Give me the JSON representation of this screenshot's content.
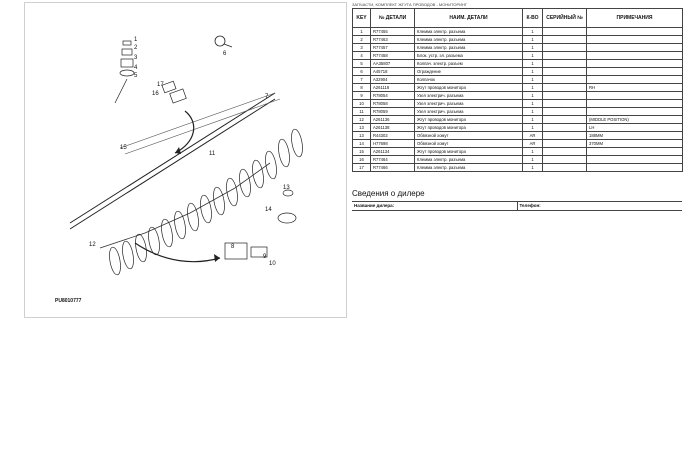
{
  "header": {
    "caption": "ЗАПЧАСТИ, КОМПЛЕКТ ЖГУТА ПРОВОДОВ - МОНИТОРИНГ"
  },
  "diagram": {
    "id": "PU8010777",
    "callouts": [
      "1",
      "2",
      "3",
      "4",
      "5",
      "6",
      "7",
      "8",
      "9",
      "10",
      "11",
      "12",
      "13",
      "14",
      "15",
      "16",
      "17"
    ]
  },
  "table": {
    "headers": [
      "KEY",
      "№ ДЕТАЛИ",
      "НАИМ. ДЕТАЛИ",
      "К-ВО",
      "СЕРИЙНЫЙ №",
      "ПРИМЕЧАНИЯ"
    ],
    "rows": [
      [
        "1",
        "R77455",
        "Клемма электр. разъема",
        "1",
        "",
        ""
      ],
      [
        "2",
        "R77463",
        "Клемма электр. разъема",
        "1",
        "",
        ""
      ],
      [
        "3",
        "R77457",
        "Клемма электр. разъема",
        "1",
        "",
        ""
      ],
      [
        "4",
        "R77458",
        "Блок. устр. эл. разъема",
        "1",
        "",
        ""
      ],
      [
        "5",
        "AA35807",
        "Колпач. электр. разъем",
        "1",
        "",
        ""
      ],
      [
        "6",
        "A45718",
        "Ограждение",
        "1",
        "",
        ""
      ],
      [
        "7",
        "A32904",
        "Колпачок",
        "1",
        "",
        ""
      ],
      [
        "8",
        "A261118",
        "Жгут проводов монитора",
        "1",
        "",
        "RH"
      ],
      [
        "9",
        "R78054",
        "Узел электрич. разъема",
        "1",
        "",
        ""
      ],
      [
        "10",
        "R78058",
        "Узел электрич. разъема",
        "1",
        "",
        ""
      ],
      [
        "11",
        "R78059",
        "Узел электрич. разъема",
        "1",
        "",
        ""
      ],
      [
        "12",
        "A261136",
        "Жгут проводов монитора",
        "1",
        "",
        "(MIDDLE POSITION)"
      ],
      [
        "13",
        "A261138",
        "Жгут проводов монитора",
        "1",
        "",
        "LH"
      ],
      [
        "13",
        "R44302",
        "Обвязной хомут",
        "AR",
        "",
        "188MM"
      ],
      [
        "14",
        "H77698",
        "Обвязной хомут",
        "AR",
        "",
        "370MM"
      ],
      [
        "15",
        "A261134",
        "Жгут проводов монитора",
        "1",
        "",
        ""
      ],
      [
        "16",
        "R77464",
        "Клемма электр. разъема",
        "1",
        "",
        ""
      ],
      [
        "17",
        "R77466",
        "Клемма электр. разъема",
        "1",
        "",
        ""
      ]
    ]
  },
  "dealer": {
    "title": "Сведения о дилере",
    "name_label": "Название дилера:",
    "phone_label": "Телефон:"
  }
}
